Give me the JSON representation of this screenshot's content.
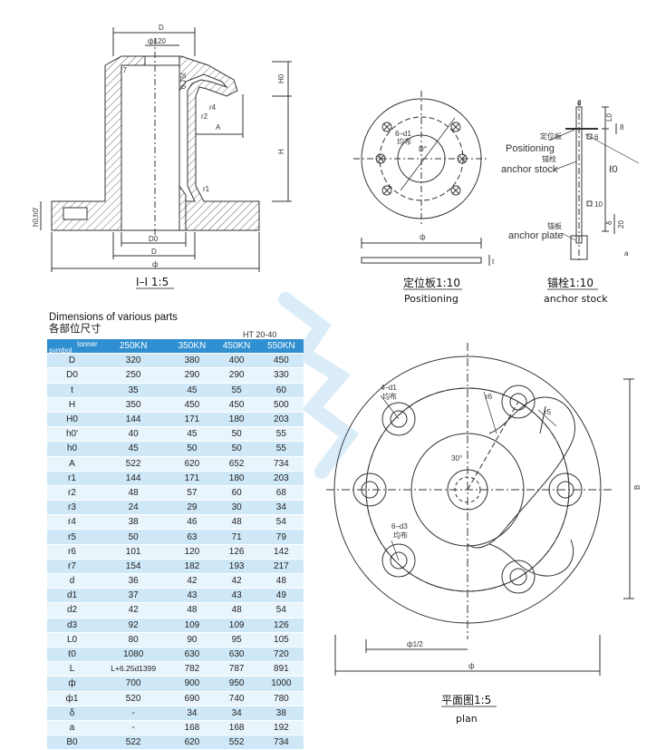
{
  "table": {
    "title_en": "Dimensions of various parts",
    "title_cn": "各部位尺寸",
    "note": "HT 20-40",
    "corner_top": "tonner",
    "corner_bottom": "symbol",
    "columns": [
      "250KN",
      "350KN",
      "450KN",
      "550KN"
    ],
    "rows": [
      {
        "symbol": "D",
        "values": [
          "320",
          "380",
          "400",
          "450"
        ]
      },
      {
        "symbol": "D0",
        "values": [
          "250",
          "290",
          "290",
          "330"
        ]
      },
      {
        "symbol": "t",
        "values": [
          "35",
          "45",
          "55",
          "60"
        ]
      },
      {
        "symbol": "H",
        "values": [
          "350",
          "450",
          "450",
          "500"
        ]
      },
      {
        "symbol": "H0",
        "values": [
          "144",
          "171",
          "180",
          "203"
        ]
      },
      {
        "symbol": "h0'",
        "values": [
          "40",
          "45",
          "50",
          "55"
        ]
      },
      {
        "symbol": "h0",
        "values": [
          "45",
          "50",
          "50",
          "55"
        ]
      },
      {
        "symbol": "A",
        "values": [
          "522",
          "620",
          "652",
          "734"
        ]
      },
      {
        "symbol": "r1",
        "values": [
          "144",
          "171",
          "180",
          "203"
        ]
      },
      {
        "symbol": "r2",
        "values": [
          "48",
          "57",
          "60",
          "68"
        ]
      },
      {
        "symbol": "r3",
        "values": [
          "24",
          "29",
          "30",
          "34"
        ]
      },
      {
        "symbol": "r4",
        "values": [
          "38",
          "46",
          "48",
          "54"
        ]
      },
      {
        "symbol": "r5",
        "values": [
          "50",
          "63",
          "71",
          "79"
        ]
      },
      {
        "symbol": "r6",
        "values": [
          "101",
          "120",
          "126",
          "142"
        ]
      },
      {
        "symbol": "r7",
        "values": [
          "154",
          "182",
          "193",
          "217"
        ]
      },
      {
        "symbol": "d",
        "values": [
          "36",
          "42",
          "42",
          "48"
        ]
      },
      {
        "symbol": "d1",
        "values": [
          "37",
          "43",
          "43",
          "49"
        ]
      },
      {
        "symbol": "d2",
        "values": [
          "42",
          "48",
          "48",
          "54"
        ]
      },
      {
        "symbol": "d3",
        "values": [
          "92",
          "109",
          "109",
          "126"
        ]
      },
      {
        "symbol": "L0",
        "values": [
          "80",
          "90",
          "95",
          "105"
        ]
      },
      {
        "symbol": "ℓ0",
        "values": [
          "1080",
          "630",
          "630",
          "720"
        ]
      },
      {
        "symbol": "L",
        "values": [
          "L+6.25d1399",
          "782",
          "787",
          "891"
        ]
      },
      {
        "symbol": "ф",
        "values": [
          "700",
          "900",
          "950",
          "1000"
        ]
      },
      {
        "symbol": "ф1",
        "values": [
          "520",
          "690",
          "740",
          "780"
        ]
      },
      {
        "symbol": "δ",
        "values": [
          "-",
          "34",
          "34",
          "38"
        ]
      },
      {
        "symbol": "a",
        "values": [
          "-",
          "168",
          "168",
          "192"
        ]
      },
      {
        "symbol": "B0",
        "values": [
          "522",
          "620",
          "552",
          "734"
        ]
      }
    ]
  },
  "section": {
    "caption": "I–I 1:5",
    "labels": {
      "D_top": "D",
      "phi120": "ф120",
      "r7": "r7",
      "slope": "0.75t",
      "r4": "r4",
      "r2": "r2",
      "A": "A",
      "r1": "r1",
      "H0": "H0",
      "H": "H",
      "h0": "h0,h0'",
      "D0": "D0",
      "D_bottom": "D",
      "phi": "ф"
    }
  },
  "positioning": {
    "caption_cn": "定位板1:10",
    "caption_en": "Positioning",
    "holes_cn": "6–d1",
    "holes_note": "均布",
    "center": "D°",
    "phi": "ф",
    "thk": "t"
  },
  "anchor": {
    "caption_cn": "锚栓1:10",
    "caption_en": "anchor stock",
    "pos_cn": "定位板",
    "pos_en": "Positioning",
    "stock_cn": "锚栓",
    "stock_en": "anchor stock",
    "plate_cn": "锚板",
    "plate_en": "anchor plate",
    "d": "d",
    "L0": "L0",
    "eight": "8",
    "six": "6",
    "l0": "ℓ0",
    "ten": "10",
    "delta": "δ",
    "twenty": "20",
    "a": "a"
  },
  "plan": {
    "caption_cn": "平面图1:5",
    "caption_en": "plan",
    "holes1": "4–d1",
    "holes1_note": "均布",
    "holes3": "6–d3",
    "holes3_note": "均布",
    "r6": "r6",
    "r5": "r5",
    "angle": "30°",
    "B": "B",
    "half_phi": "ф1/2",
    "phi": "ф"
  }
}
